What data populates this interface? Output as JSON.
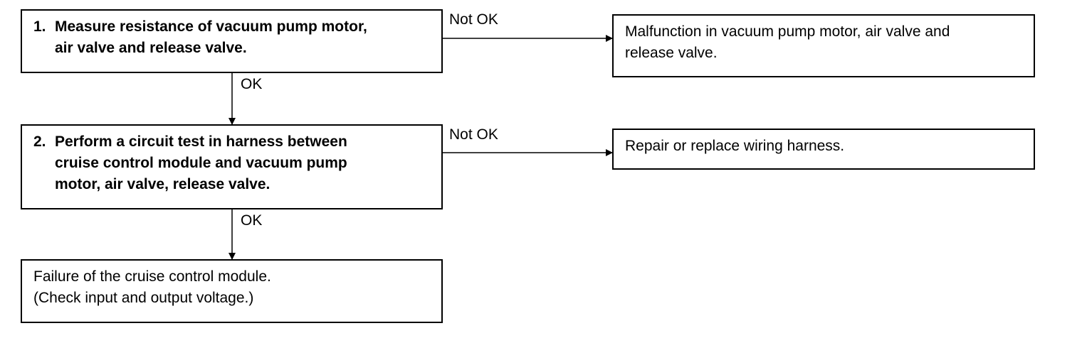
{
  "flowchart": {
    "steps": [
      {
        "number": "1.",
        "lines": [
          "Measure resistance of vacuum pump motor,",
          "air valve and release valve."
        ]
      },
      {
        "number": "2.",
        "lines": [
          "Perform a circuit test in harness between",
          "cruise control module and vacuum pump",
          "motor, air valve, release valve."
        ]
      }
    ],
    "outcomes": [
      {
        "lines": [
          "Malfunction in vacuum pump motor, air valve and",
          "release valve."
        ]
      },
      {
        "lines": [
          "Repair or replace wiring harness."
        ]
      },
      {
        "lines": [
          "Failure of the cruise control module.",
          "(Check input and output voltage.)"
        ]
      }
    ],
    "edges": [
      {
        "label": "Not OK"
      },
      {
        "label": "OK"
      },
      {
        "label": "Not OK"
      },
      {
        "label": "OK"
      }
    ]
  }
}
